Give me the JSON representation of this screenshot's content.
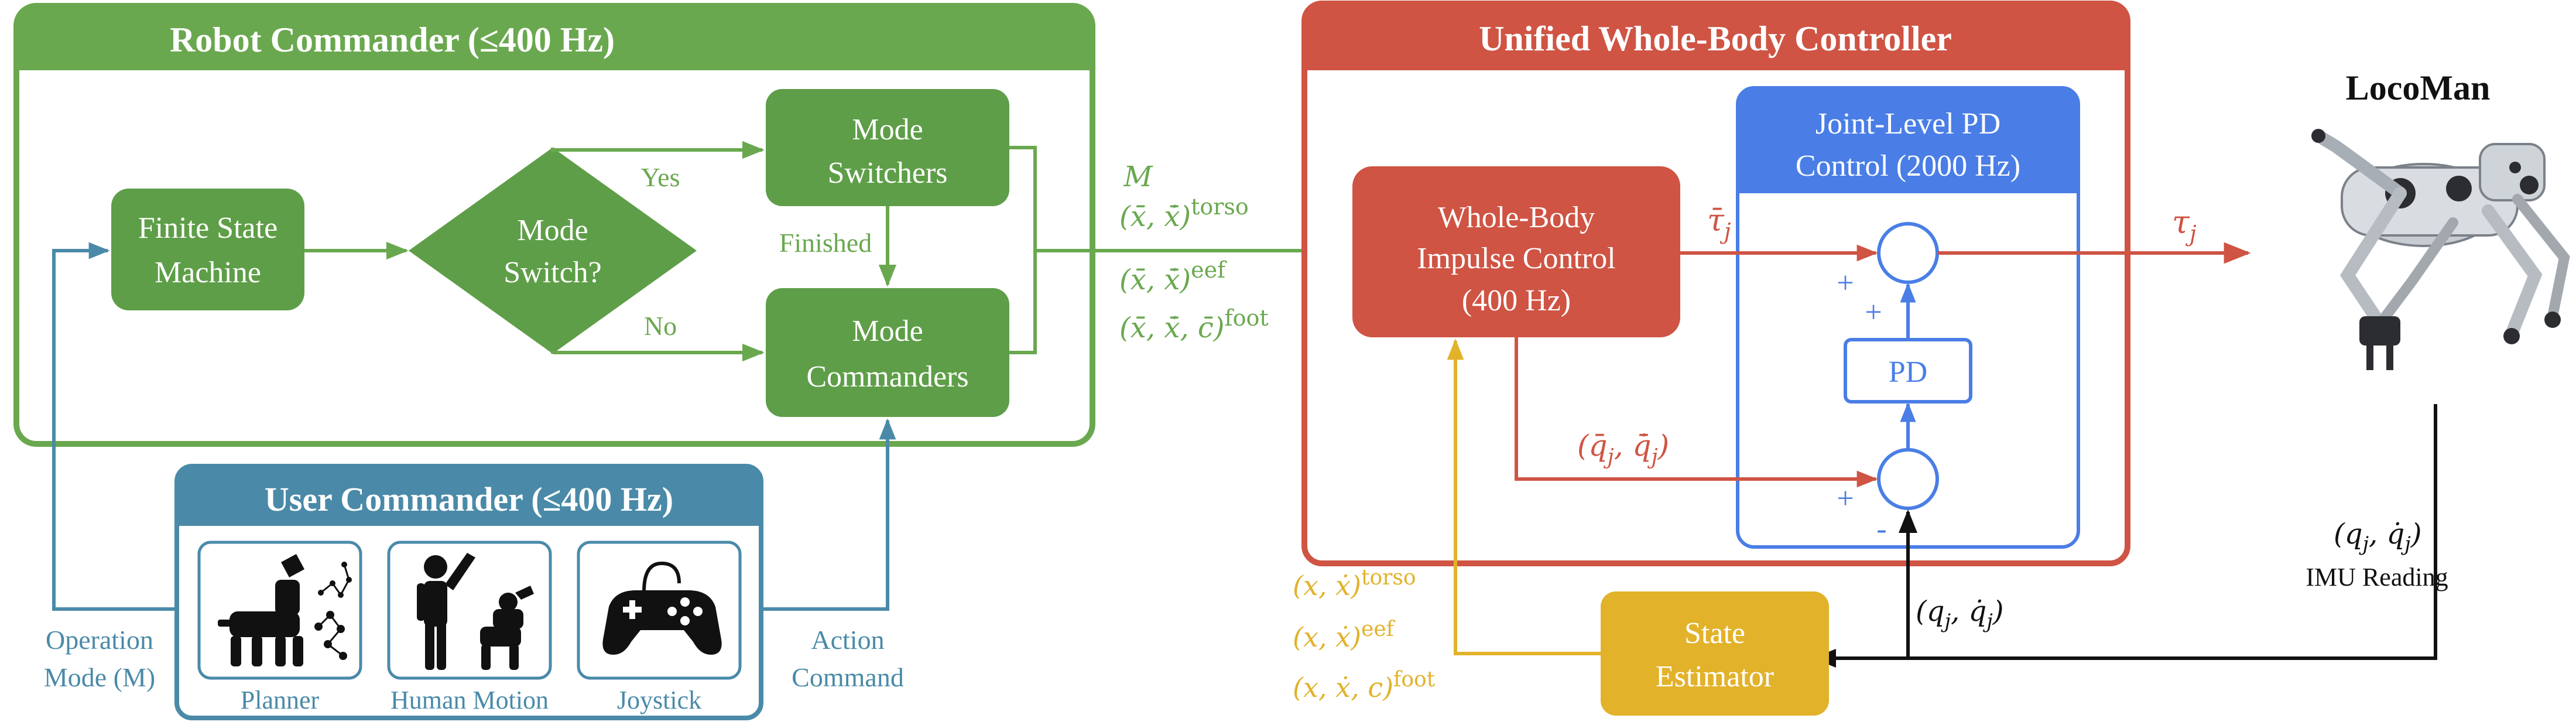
{
  "robot_commander": {
    "title": "Robot Commander (≤400 Hz)",
    "finite_state_machine": [
      "Finite State",
      "Machine"
    ],
    "mode_switch": [
      "Mode",
      "Switch?"
    ],
    "mode_switchers": [
      "Mode",
      "Switchers"
    ],
    "mode_commanders": [
      "Mode",
      "Commanders"
    ],
    "yes": "Yes",
    "no": "No",
    "finished": "Finished"
  },
  "user_commander": {
    "title": "User Commander (≤400 Hz)",
    "items": [
      "Planner",
      "Human Motion",
      "Joystick"
    ],
    "operation_mode": [
      "Operation",
      "Mode (M)"
    ],
    "action_command": [
      "Action",
      "Command"
    ]
  },
  "commands": {
    "label_m": "M",
    "torso": "(x̄, x̄̇)",
    "torso_sup": "torso",
    "eef": "(x̄, x̄̇)",
    "eef_sup": "eef",
    "foot": "(x̄, x̄̇, c̄)",
    "foot_sup": "foot"
  },
  "uwbc": {
    "title": "Unified Whole-Body Controller",
    "wbic": [
      "Whole-Body",
      "Impulse Control",
      "(400 Hz)"
    ],
    "joint_pd": [
      "Joint-Level PD",
      "Control (2000 Hz)"
    ],
    "pd": "PD",
    "tau_bar": "τ̄",
    "tau_bar_sub": "j",
    "q_bar": "(q̄",
    "q_bar_sub1": "j",
    "q_bar_mid": ", q̄̇",
    "q_bar_sub2": "j",
    "q_bar_close": ")",
    "plus": "+",
    "minus": "-"
  },
  "robot": {
    "name": "LocoMan",
    "tau": "τ",
    "tau_sub": "j",
    "q_open": "(q",
    "q_sub1": "j",
    "q_mid": ", q̇",
    "q_sub2": "j",
    "q_close": ")",
    "imu": "IMU Reading"
  },
  "state_estimator": {
    "label": [
      "State",
      "Estimator"
    ],
    "torso": "(x, ẋ)",
    "torso_sup": "torso",
    "eef": "(x, ẋ)",
    "eef_sup": "eef",
    "foot": "(x, ẋ, c)",
    "foot_sup": "foot",
    "q_open": "(q",
    "q_sub1": "j",
    "q_mid": ", q̇",
    "q_sub2": "j",
    "q_close": ")"
  },
  "colors": {
    "green": "#6aa84f",
    "green_fill": "#5e9e48",
    "teal": "#4a8aa8",
    "red": "#cf5444",
    "blue": "#4a7ee6",
    "gold": "#e2b22a",
    "black": "#111111"
  }
}
